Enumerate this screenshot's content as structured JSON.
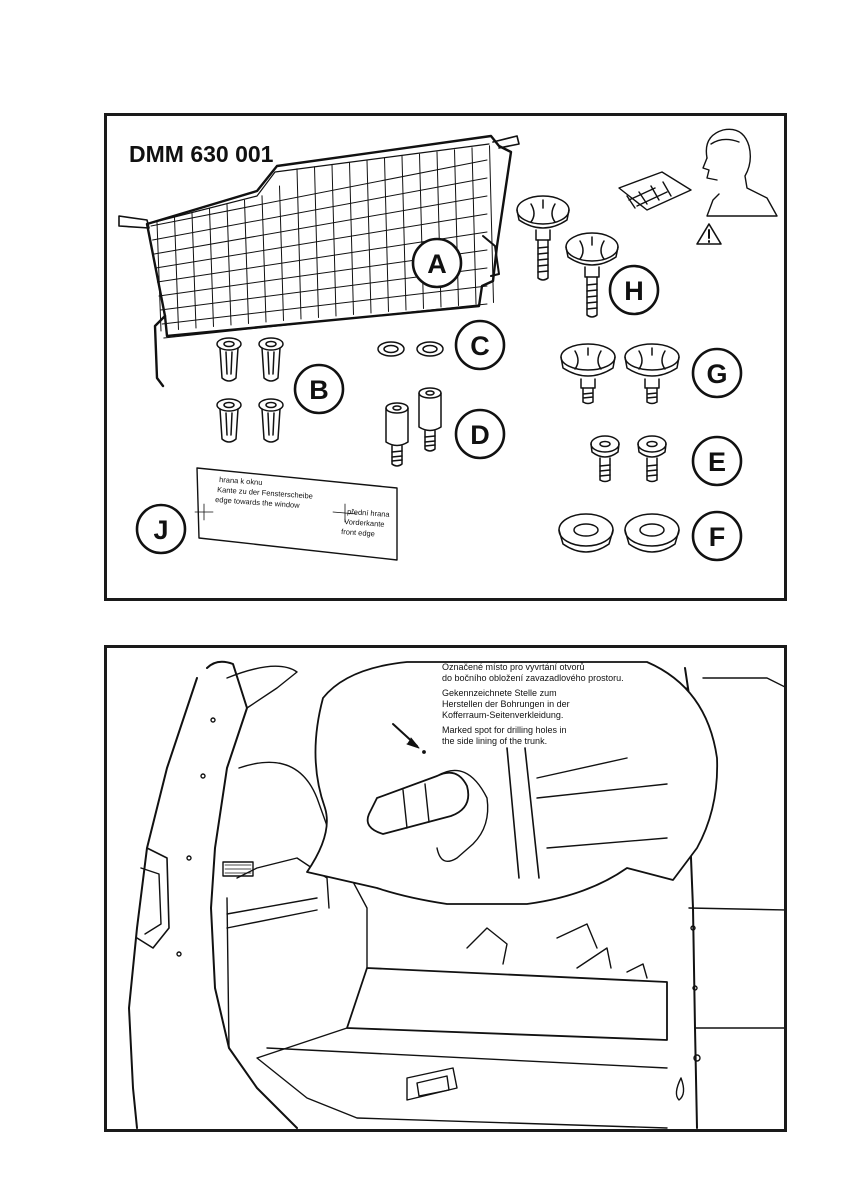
{
  "product_code": "DMM 630 001",
  "parts": [
    {
      "letter": "A"
    },
    {
      "letter": "B"
    },
    {
      "letter": "C"
    },
    {
      "letter": "D"
    },
    {
      "letter": "E"
    },
    {
      "letter": "F"
    },
    {
      "letter": "G"
    },
    {
      "letter": "H"
    },
    {
      "letter": "J"
    }
  ],
  "template_card": {
    "line1": "hrana k oknu",
    "line2": "Kante zu der Fensterscheibe",
    "line3": "edge towards the window",
    "front1": "přední hrana",
    "front2": "Vorderkante",
    "front3": "front edge"
  },
  "drilling_note": {
    "cz1": "Označené místo pro vyvrtání otvorů",
    "cz2": "do bočního obložení zavazadlového prostoru.",
    "de1": "Gekennzeichnete Stelle zum",
    "de2": "Herstellen der Bohrungen in der",
    "de3": "Kofferraum-Seitenverkleidung.",
    "en1": "Marked spot for drilling holes in",
    "en2": "the side lining of the trunk."
  },
  "icons": [
    "warning-icon",
    "reading-manual-icon"
  ]
}
